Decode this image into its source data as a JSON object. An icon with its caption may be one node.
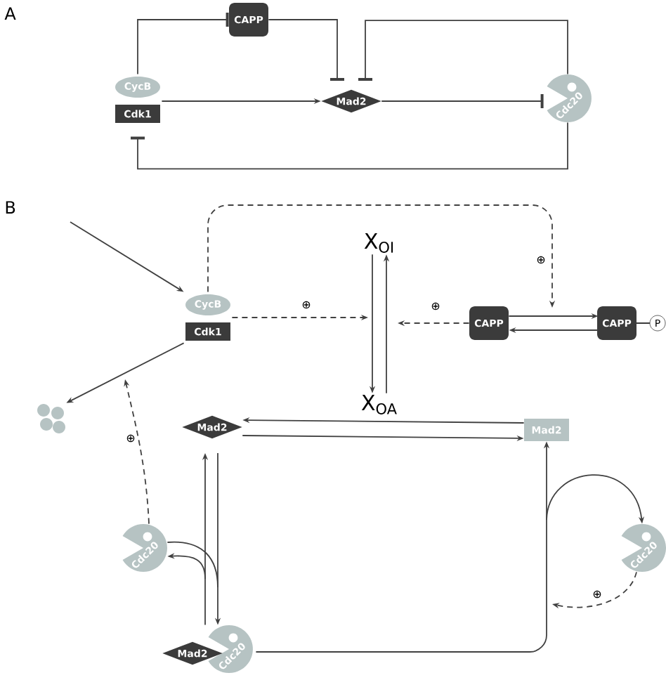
{
  "diagram": {
    "nodes": [
      {
        "text": [
          "CycB",
          "Cdk1"
        ]
      },
      {
        "text": [
          "CAPP"
        ]
      },
      {
        "text": [
          "Mad2"
        ]
      },
      {
        "text": [
          "Cdc20"
        ]
      },
      {
        "text": [
          "CycB",
          "Cdk1"
        ]
      },
      {
        "text": [
          "X$_{OI}$"
        ]
      },
      {
        "text": [
          "X$_{OA}$"
        ]
      },
      {
        "text": [
          "CAPP"
        ]
      },
      {
        "text": [
          "CAPP",
          "P"
        ]
      },
      {
        "text": [],
        "shape": "circle"
      },
      {
        "text": [
          "Mad2"
        ]
      },
      {
        "text": [
          "Mad2"
        ]
      },
      {
        "text": [
          "Cdc20"
        ]
      },
      {
        "text": [
          "Mad2",
          "Cdc20"
        ]
      },
      {
        "text": [
          "Cdc20"
        ]
      }
    ],
    "edges": [
      {
        "from": 0,
        "to": 1,
        "arrow": "other"
      },
      {
        "from": 1,
        "to": 2,
        "arrow": "other"
      },
      {
        "from": 3,
        "to": 2,
        "arrow": "other"
      },
      {
        "from": 0,
        "to": 2,
        "arrow": "to"
      },
      {
        "from": 2,
        "to": 3,
        "arrow": "other"
      },
      {
        "from": 3,
        "to": 0,
        "arrow": "other"
      },
      {
        "from": null,
        "to": 4,
        "arrow": "to"
      },
      {
        "from": 4,
        "to": 9,
        "arrow": "to"
      },
      {
        "from": 4,
        "to": null,
        "arrow": "to",
        "style": "dashed",
        "label": "⊕"
      },
      {
        "from": 4,
        "to": null,
        "arrow": "to",
        "style": "dashed",
        "label": "⊕"
      },
      {
        "from": 7,
        "to": null,
        "arrow": "to",
        "style": "dashed",
        "label": "⊕"
      },
      {
        "from": 5,
        "to": 6,
        "arrow": "to"
      },
      {
        "from": 6,
        "to": 5,
        "arrow": "to"
      },
      {
        "from": 7,
        "to": 8,
        "arrow": "to"
      },
      {
        "from": 8,
        "to": 7,
        "arrow": "to"
      },
      {
        "from": 11,
        "to": 10,
        "arrow": "to"
      },
      {
        "from": 10,
        "to": 11,
        "arrow": "to"
      },
      {
        "from": 12,
        "to": null,
        "arrow": "to",
        "style": "dashed",
        "label": "⊕"
      },
      {
        "from": 10,
        "to": 13,
        "arrow": "to"
      },
      {
        "from": 13,
        "to": 10,
        "arrow": "to"
      },
      {
        "from": 12,
        "to": null,
        "arrow": "none"
      },
      {
        "from": null,
        "to": 12,
        "arrow": "to"
      },
      {
        "from": 13,
        "to": 11,
        "arrow": "to"
      },
      {
        "from": null,
        "to": 14,
        "arrow": "to"
      },
      {
        "from": 14,
        "to": null,
        "arrow": "to",
        "style": "dashed",
        "label": "⊕"
      }
    ],
    "labels": [
      "A",
      "B"
    ]
  }
}
